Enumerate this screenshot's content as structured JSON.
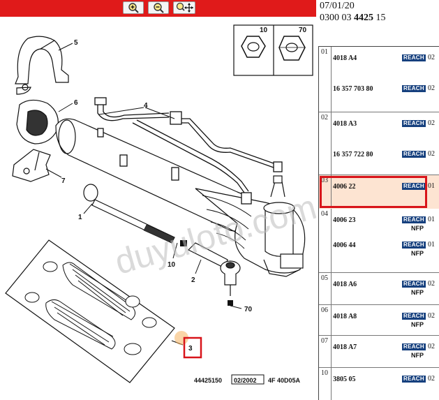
{
  "toolbar": {
    "buttons": [
      {
        "name": "zoom-in-button",
        "icon": "zoom-in-icon"
      },
      {
        "name": "zoom-out-button",
        "icon": "zoom-out-icon"
      },
      {
        "name": "zoom-pan-button",
        "icon": "zoom-pan-icon"
      }
    ],
    "accent": "#e01a1a"
  },
  "diagram": {
    "callouts": [
      "5",
      "6",
      "7",
      "4",
      "1",
      "10",
      "2",
      "70",
      "3"
    ],
    "inset_labels": [
      "10",
      "70"
    ],
    "footer_ref": "44425150",
    "footer_date": "02/2002",
    "footer_code": "4F 40D05A",
    "watermark": "duyuloto.com"
  },
  "header": {
    "date": "07/01/20",
    "code_prefix": "0300 03 ",
    "code_bold": "4425",
    "code_suffix": " 15"
  },
  "parts": [
    {
      "group": "01",
      "items": [
        {
          "number": "4018 A4",
          "badge": "REACH",
          "qty": "02",
          "nfp": ""
        },
        {
          "number": "16 357 703 80",
          "badge": "REACH",
          "qty": "02",
          "nfp": ""
        }
      ]
    },
    {
      "group": "02",
      "items": [
        {
          "number": "4018 A3",
          "badge": "REACH",
          "qty": "02",
          "nfp": ""
        },
        {
          "number": "16 357 722 80",
          "badge": "REACH",
          "qty": "02",
          "nfp": ""
        }
      ]
    },
    {
      "group": "03",
      "highlighted": true,
      "items": [
        {
          "number": "4006 22",
          "badge": "REACH",
          "qty": "01",
          "nfp": ""
        }
      ]
    },
    {
      "group": "04",
      "items": [
        {
          "number": "4006 23",
          "badge": "REACH",
          "qty": "01",
          "nfp": "NFP"
        },
        {
          "number": "4006 44",
          "badge": "REACH",
          "qty": "01",
          "nfp": "NFP"
        }
      ]
    },
    {
      "group": "05",
      "items": [
        {
          "number": "4018 A6",
          "badge": "REACH",
          "qty": "02",
          "nfp": "NFP"
        }
      ]
    },
    {
      "group": "06",
      "items": [
        {
          "number": "4018 A8",
          "badge": "REACH",
          "qty": "02",
          "nfp": "NFP"
        }
      ]
    },
    {
      "group": "07",
      "items": [
        {
          "number": "4018 A7",
          "badge": "REACH",
          "qty": "02",
          "nfp": "NFP"
        }
      ]
    },
    {
      "group": "10",
      "items": [
        {
          "number": "3805 05",
          "badge": "REACH",
          "qty": "02",
          "nfp": ""
        }
      ]
    }
  ],
  "colors": {
    "highlight_border": "#d8141a",
    "highlight_fill": "#fde4d2",
    "badge": "#16407e"
  }
}
